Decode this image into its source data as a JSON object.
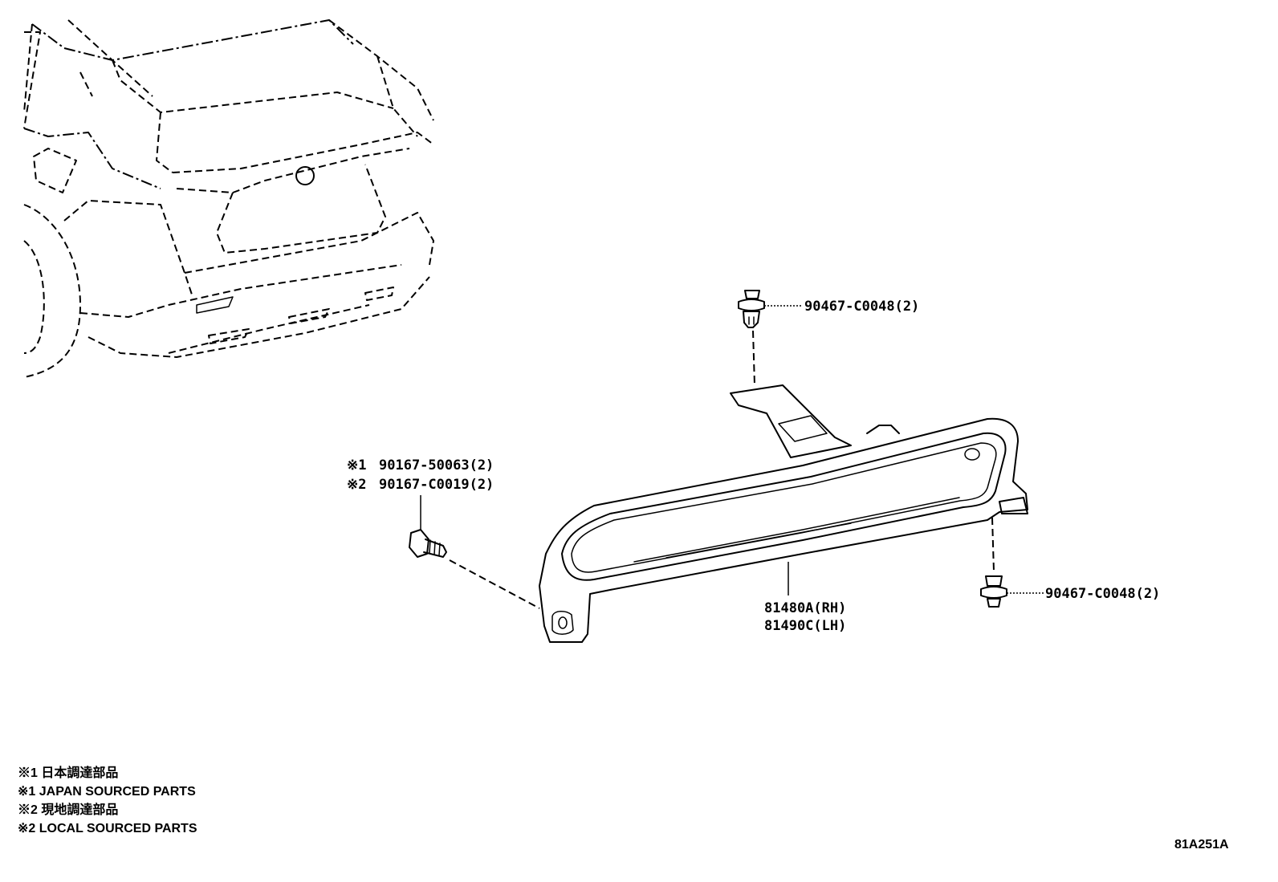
{
  "parts": {
    "clip_top": {
      "part_number": "90467-C0048(2)"
    },
    "clip_right": {
      "part_number": "90467-C0048(2)"
    },
    "bolt": {
      "line1": {
        "mark": "※1",
        "part_number": "90167-50063(2)"
      },
      "line2": {
        "mark": "※2",
        "part_number": "90167-C0019(2)"
      }
    },
    "reflector": {
      "rh": "81480A(RH)",
      "lh": "81490C(LH)"
    }
  },
  "notes": [
    "※1 日本調達部品",
    "※1 JAPAN SOURCED PARTS",
    "※2 現地調達部品",
    "※2 LOCAL SOURCED PARTS"
  ],
  "illustration_code": "81A251A"
}
